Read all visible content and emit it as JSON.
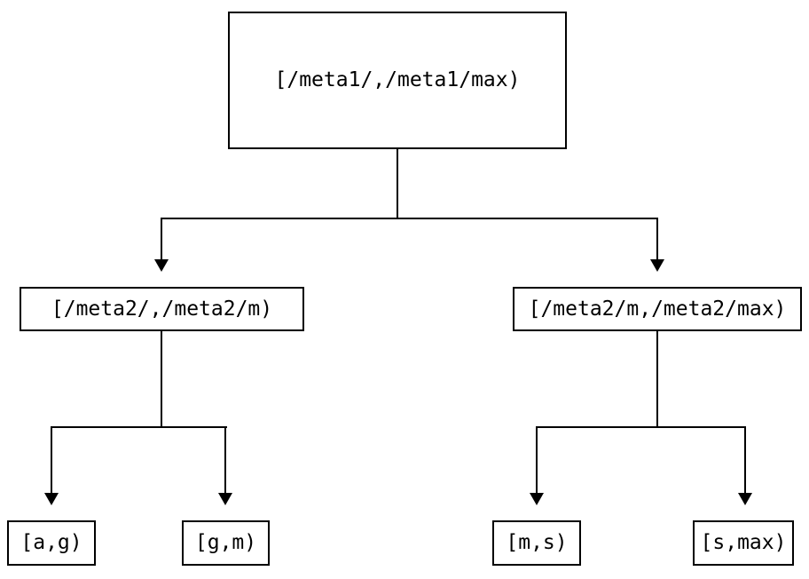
{
  "diagram": {
    "type": "tree",
    "nodes": {
      "root": {
        "label": "[/meta1/,/meta1/max)"
      },
      "mid_left": {
        "label": "[/meta2/,/meta2/m)"
      },
      "mid_right": {
        "label": "[/meta2/m,/meta2/max)"
      },
      "leaf_ag": {
        "label": "[a,g)"
      },
      "leaf_gm": {
        "label": "[g,m)"
      },
      "leaf_ms": {
        "label": "[m,s)"
      },
      "leaf_smax": {
        "label": "[s,max)"
      }
    },
    "edges": [
      {
        "from": "root",
        "to": "mid_left"
      },
      {
        "from": "root",
        "to": "mid_right"
      },
      {
        "from": "mid_left",
        "to": "leaf_ag"
      },
      {
        "from": "mid_left",
        "to": "leaf_gm"
      },
      {
        "from": "mid_right",
        "to": "leaf_ms"
      },
      {
        "from": "mid_right",
        "to": "leaf_smax"
      }
    ],
    "colors": {
      "background": "#ffffff",
      "line": "#000000",
      "text": "#000000"
    }
  }
}
